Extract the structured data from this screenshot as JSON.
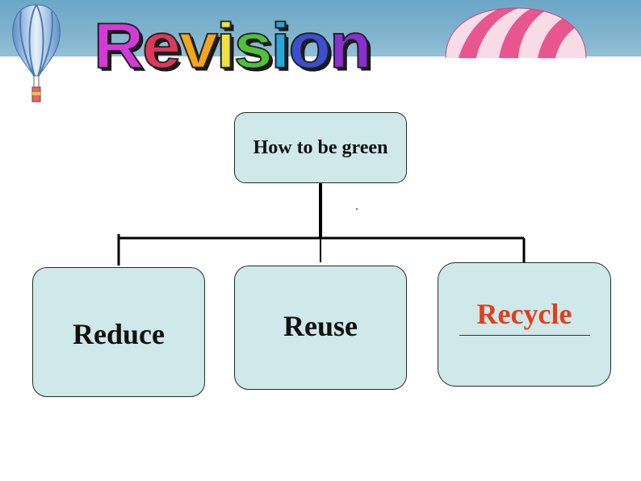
{
  "title": {
    "letters": [
      {
        "ch": "R",
        "color": "#d33bd8"
      },
      {
        "ch": "e",
        "color": "#e0385a"
      },
      {
        "ch": "v",
        "color": "#f2a51e"
      },
      {
        "ch": "i",
        "color": "#f0e23a"
      },
      {
        "ch": "s",
        "color": "#4fc23a"
      },
      {
        "ch": "i",
        "color": "#2aa6d8"
      },
      {
        "ch": "o",
        "color": "#3c4fd0"
      },
      {
        "ch": "n",
        "color": "#8a2fd0"
      }
    ]
  },
  "diagram": {
    "root": "How to be green",
    "children": [
      "Reduce",
      "Reuse",
      "Recycle"
    ]
  },
  "colors": {
    "banner": "#7fb4cf",
    "node_fill": "#cfe8ea",
    "recycle_text": "#e0401a"
  }
}
